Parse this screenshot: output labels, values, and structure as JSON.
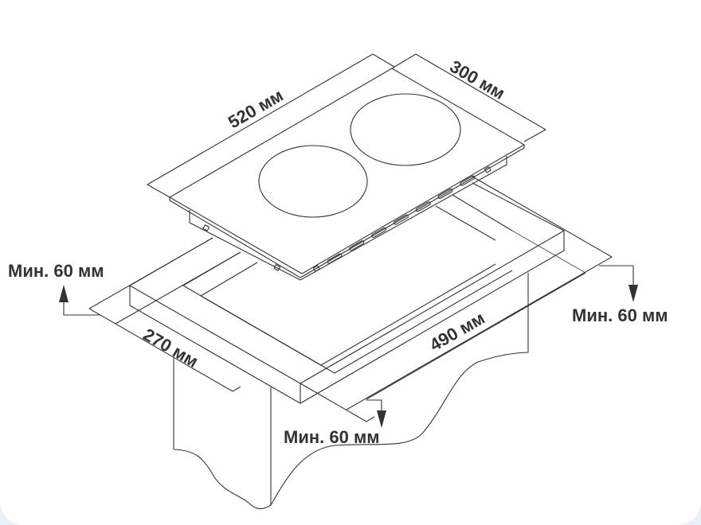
{
  "diagram": {
    "hob_length": "520 мм",
    "hob_width": "300 мм",
    "cutout_width": "270 мм",
    "cutout_length": "490 мм",
    "clearance_left": "Мин. 60 мм",
    "clearance_right": "Мин. 60 мм",
    "clearance_front": "Мин. 60 мм",
    "line_color": "#333333"
  }
}
